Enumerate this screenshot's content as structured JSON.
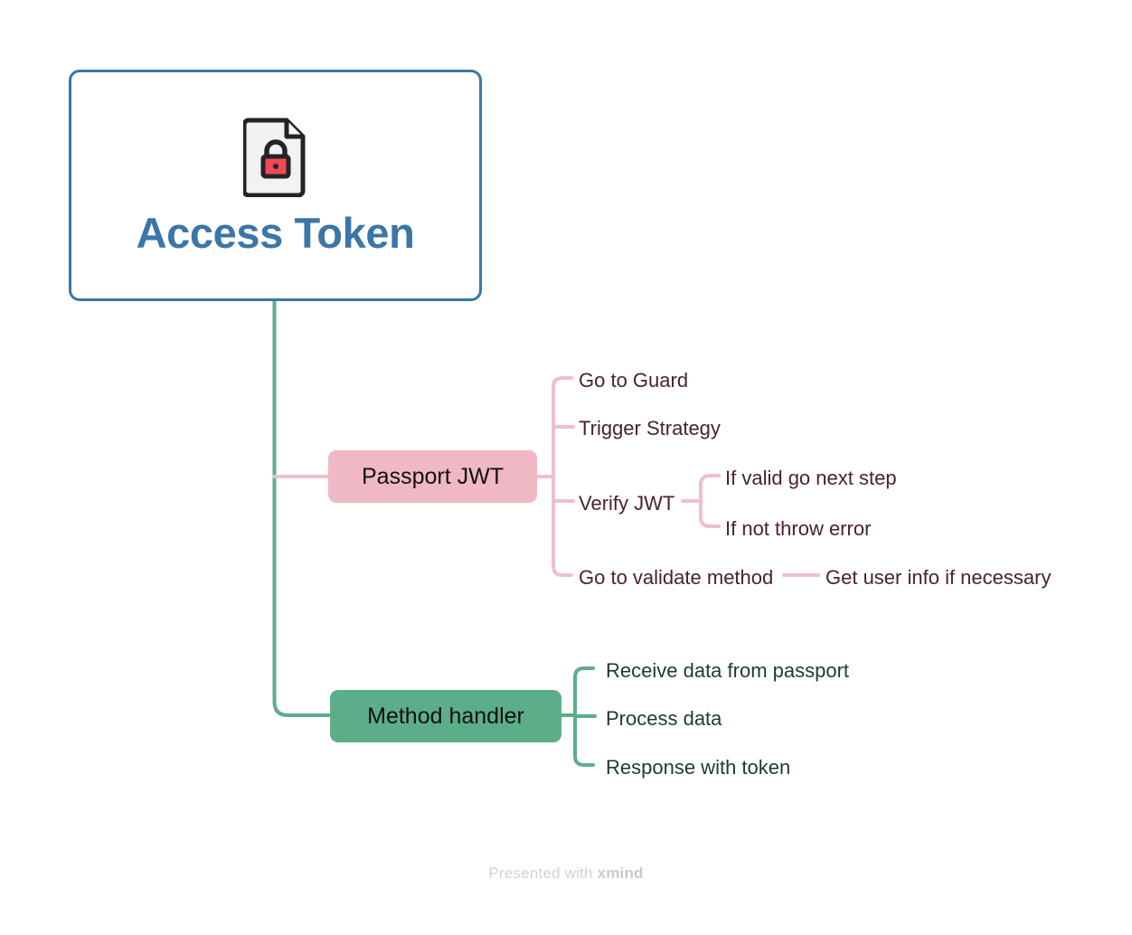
{
  "root": {
    "title": "Access Token",
    "icon": "document-lock-icon",
    "border_color": "#3a76a8",
    "text_color": "#3a76a8",
    "background": "#ffffff"
  },
  "branches": [
    {
      "id": "passport-jwt",
      "label": "Passport JWT",
      "fill": "#f0b8c4",
      "line_color": "#eec0cb",
      "text_color": "#101010",
      "leaf_text_color": "#4a2230",
      "children": [
        {
          "label": "Go to Guard",
          "children": []
        },
        {
          "label": "Trigger Strategy",
          "children": []
        },
        {
          "label": "Verify JWT",
          "children": [
            {
              "label": "If valid go next step"
            },
            {
              "label": "If not throw error"
            }
          ]
        },
        {
          "label": "Go to validate method",
          "children": [
            {
              "label": "Get user info if necessary"
            }
          ]
        }
      ]
    },
    {
      "id": "method-handler",
      "label": "Method handler",
      "fill": "#5cae8a",
      "line_color": "#5cae8a",
      "text_color": "#101010",
      "leaf_text_color": "#1e3a32",
      "children": [
        {
          "label": "Receive data from passport",
          "children": []
        },
        {
          "label": "Process data",
          "children": []
        },
        {
          "label": "Response with token",
          "children": []
        }
      ]
    }
  ],
  "footer": {
    "prefix": "Presented with ",
    "brand": "xmind"
  }
}
